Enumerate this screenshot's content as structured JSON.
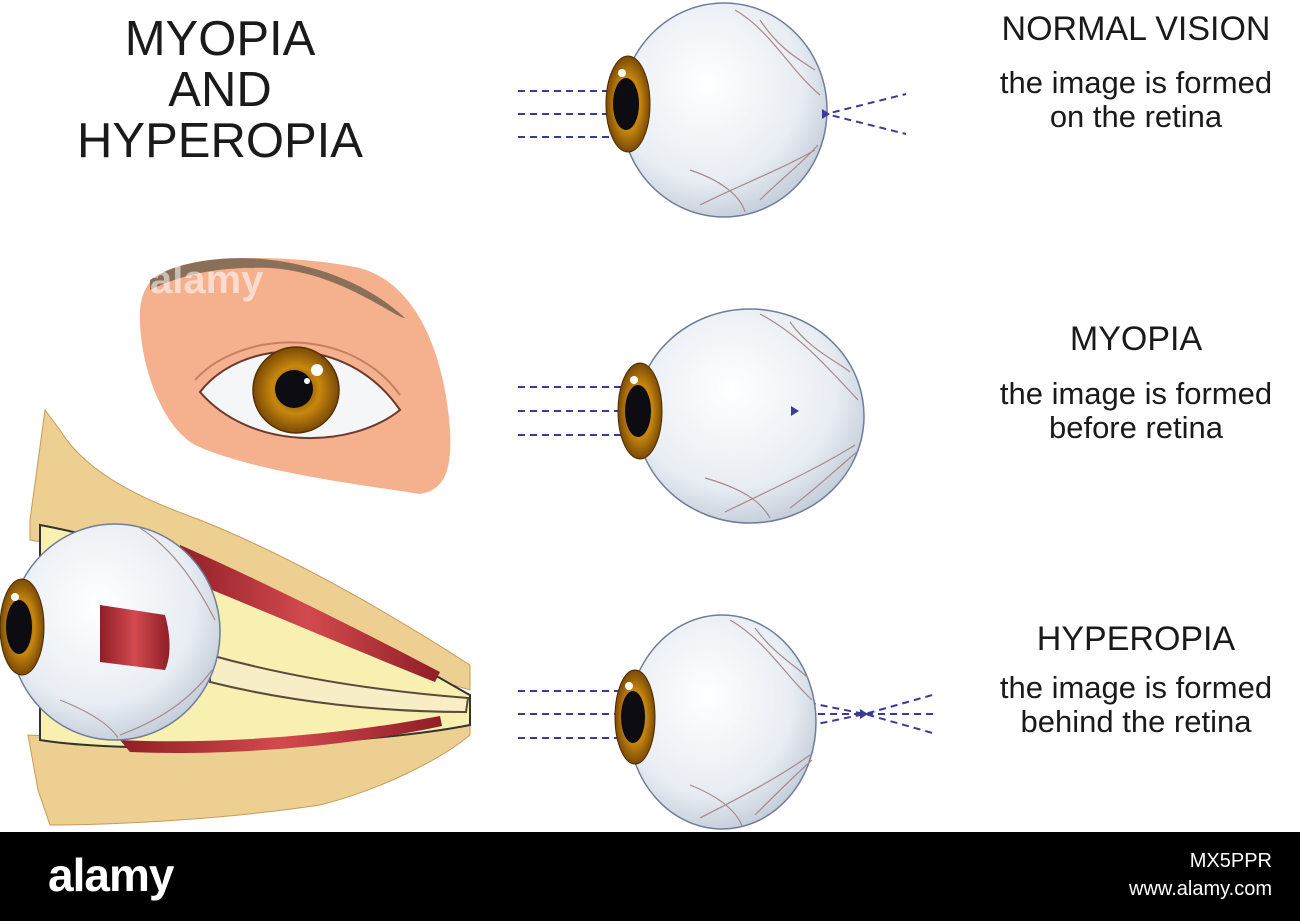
{
  "title": {
    "line1": "MYOPIA",
    "line2": "AND",
    "line3": "HYPEROPIA"
  },
  "panels": [
    {
      "heading": "NORMAL VISION",
      "line1": "the image is formed",
      "line2": "on the retina"
    },
    {
      "heading": "MYOPIA",
      "line1": "the image is formed",
      "line2": "before retina"
    },
    {
      "heading": "HYPEROPIA",
      "line1": "the image is formed",
      "line2": "behind the retina"
    }
  ],
  "watermark": "alamy",
  "footer": {
    "brand": "alamy",
    "image_id": "MX5PPR",
    "url": "www.alamy.com"
  },
  "colors": {
    "ray": "#3a3a99",
    "iris": "#c8870f",
    "eyeball": "#e6ecf2",
    "skin": "#f5b08e",
    "brow": "#8a7058",
    "bone": "#eccf91",
    "fat": "#f8f0b0",
    "muscle": "#c0333a",
    "footer": "#000000"
  }
}
